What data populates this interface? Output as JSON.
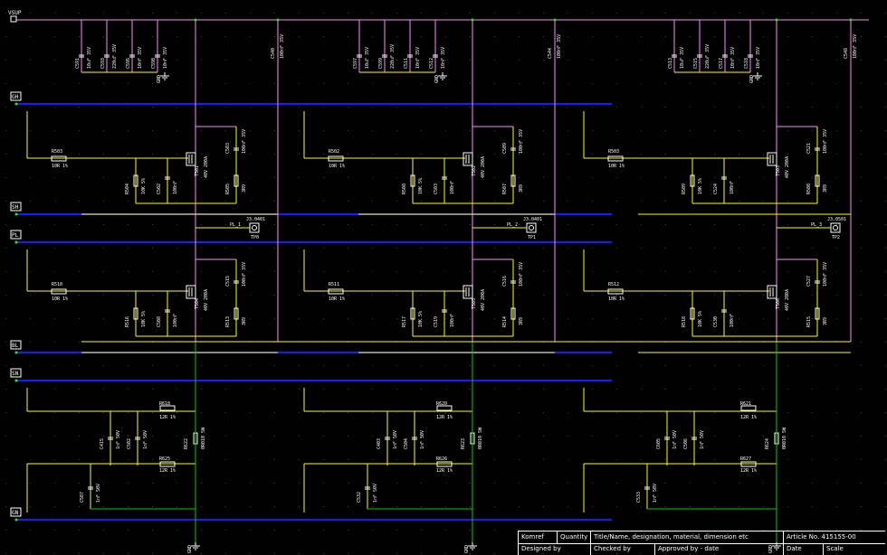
{
  "colors": {
    "background": "#000000",
    "wire": "#ffff00",
    "power_wire": "#ff88ff",
    "bus": "#1a1aff",
    "ground_wire": "#00cc00",
    "pin_dot": "#00ff00",
    "text": "#ffffff"
  },
  "power": {
    "vsup_label": "VSUP",
    "gnd_label": "GND"
  },
  "bus_labels": [
    "GH",
    "SH",
    "PL",
    "BL",
    "SN",
    "GN"
  ],
  "cap_banks": [
    {
      "parts": [
        {
          "ref": "C591",
          "val": "10uF",
          "rating": "35V"
        },
        {
          "ref": "C593",
          "val": "220uF",
          "rating": "35V"
        },
        {
          "ref": "C595",
          "val": "10nF",
          "rating": "35V"
        },
        {
          "ref": "C598",
          "val": "10nF",
          "rating": "35V"
        }
      ]
    },
    {
      "parts": [
        {
          "ref": "C597",
          "val": "10uF",
          "rating": "35V"
        },
        {
          "ref": "C599",
          "val": "220uF",
          "rating": "35V"
        },
        {
          "ref": "C511",
          "val": "10nF",
          "rating": "35V"
        },
        {
          "ref": "C512",
          "val": "10nF",
          "rating": "35V"
        }
      ]
    },
    {
      "parts": [
        {
          "ref": "C513",
          "val": "10uF",
          "rating": "35V"
        },
        {
          "ref": "C515",
          "val": "220uF",
          "rating": "35V"
        },
        {
          "ref": "C517",
          "val": "10nF",
          "rating": "35V"
        },
        {
          "ref": "C518",
          "val": "10nF",
          "rating": "35V"
        }
      ]
    }
  ],
  "phases": [
    {
      "upper": {
        "gate_res": "R503",
        "gate_val": "10R 1%",
        "mosfet": "T501",
        "mos_rating": "40V 200A",
        "pd_res": "R504",
        "pd_val": "10K 5%",
        "gs_cap": "C502",
        "gs_val": "100nF",
        "snub_cap": "C503",
        "snub_val": "100nF 35V",
        "snub_res": "R505",
        "snub_rval": "3R9"
      },
      "test_point": {
        "ref": "J3.0401",
        "label": "PL_1",
        "pin": "TP0"
      },
      "lower": {
        "gate_res": "R510",
        "gate_val": "10R 1%",
        "mosfet": "T504",
        "mos_rating": "40V 200A",
        "pd_res": "R516",
        "pd_val": "10K 5%",
        "gs_cap": "C508",
        "gs_val": "100nF",
        "snub_cap": "C515",
        "snub_val": "100nF 35V",
        "snub_res": "R513",
        "snub_rval": "3R9"
      },
      "driver": {
        "r_top": "R618",
        "r_top_val": "12R 1%",
        "r_bot": "R625",
        "r_bot_val": "12R 1%",
        "c_a": "C415",
        "c_a_val": "1nF 50V",
        "c_b": "C502",
        "c_b_val": "1nF 50V",
        "r_shunt": "R622",
        "r_shunt_val": "0R010 5W",
        "c_low": "C507",
        "c_low_val": "1nF 50V"
      }
    },
    {
      "upper": {
        "gate_res": "R502",
        "gate_val": "10R 1%",
        "mosfet": "T502",
        "mos_rating": "40V 200A",
        "pd_res": "R508",
        "pd_val": "10K 5%",
        "gs_cap": "C503",
        "gs_val": "100nF",
        "snub_cap": "C509",
        "snub_val": "100nF 35V",
        "snub_res": "R507",
        "snub_rval": "3R9"
      },
      "test_point": {
        "ref": "J3.0401",
        "label": "PL_2",
        "pin": "TP1"
      },
      "lower": {
        "gate_res": "R511",
        "gate_val": "10R 1%",
        "mosfet": "T505",
        "mos_rating": "40V 200A",
        "pd_res": "R517",
        "pd_val": "10K 5%",
        "gs_cap": "C519",
        "gs_val": "100nF",
        "snub_cap": "C516",
        "snub_val": "100nF 35V",
        "snub_res": "R514",
        "snub_rval": "3R9"
      },
      "driver": {
        "r_top": "R620",
        "r_top_val": "12R 1%",
        "r_bot": "R626",
        "r_bot_val": "12R 1%",
        "c_a": "C403",
        "c_a_val": "1nF 50V",
        "c_b": "C504",
        "c_b_val": "1nF 50V",
        "r_shunt": "R623",
        "r_shunt_val": "0R010 5W",
        "c_low": "C532",
        "c_low_val": "1nF 50V"
      }
    },
    {
      "upper": {
        "gate_res": "R503",
        "gate_val": "10R 1%",
        "mosfet": "T503",
        "mos_rating": "40V 200A",
        "pd_res": "R509",
        "pd_val": "10K 5%",
        "gs_cap": "C524",
        "gs_val": "100nF",
        "snub_cap": "C521",
        "snub_val": "100nF 35V",
        "snub_res": "R508",
        "snub_rval": "3R9"
      },
      "test_point": {
        "ref": "J3.0501",
        "label": "PL_3",
        "pin": "TP2"
      },
      "lower": {
        "gate_res": "R512",
        "gate_val": "10R 1%",
        "mosfet": "T506",
        "mos_rating": "40V 200A",
        "pd_res": "R518",
        "pd_val": "10K 5%",
        "gs_cap": "C530",
        "gs_val": "100nF",
        "snub_cap": "C527",
        "snub_val": "100nF 35V",
        "snub_res": "R515",
        "snub_rval": "3R9"
      },
      "driver": {
        "r_top": "R621",
        "r_top_val": "12R 1%",
        "r_bot": "R627",
        "r_bot_val": "12R 1%",
        "c_a": "C605",
        "c_a_val": "1nF 50V",
        "c_b": "C506",
        "c_b_val": "1nF 50V",
        "r_shunt": "R624",
        "r_shunt_val": "0R010 5W",
        "c_low": "C533",
        "c_low_val": "1nF 50V"
      }
    }
  ],
  "title_block": {
    "ref_label": "Komref",
    "qty_label": "Quantity",
    "title_label": "Title/Name, designation, material, dimension etc",
    "article_label": "Article No. 415155-00",
    "designed_label": "Designed by",
    "checked_label": "Checked by",
    "approved_label": "Approved by - date",
    "date_label": "Date",
    "scale_label": "Scale"
  }
}
